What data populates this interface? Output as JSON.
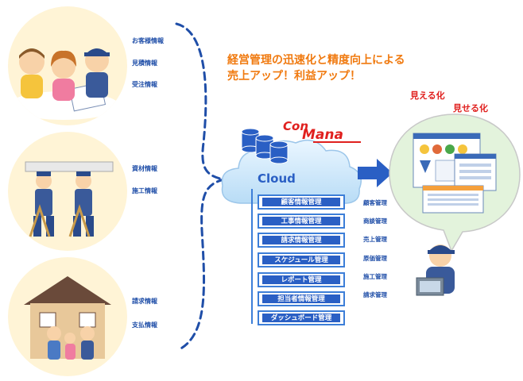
{
  "left_groups": [
    {
      "labels": [
        "お客様情報",
        "見積情報",
        "受注情報"
      ]
    },
    {
      "labels": [
        "資材情報",
        "施工情報"
      ]
    },
    {
      "labels": [
        "請求情報",
        "支払情報"
      ]
    }
  ],
  "headline": {
    "line1": "経営管理の迅速化と精度向上による",
    "line2": "売上アップ！利益アップ！"
  },
  "brand": {
    "line1": "Con",
    "line2": "Mana"
  },
  "cloud_label": "Cloud",
  "features": [
    "顧客情報管理",
    "工事情報管理",
    "請求情報管理",
    "スケジュール管理",
    "レポート管理",
    "担当者情報管理",
    "ダッシュボード管理"
  ],
  "management_items": [
    "顧客管理",
    "商談管理",
    "売上管理",
    "原価管理",
    "施工管理",
    "請求管理"
  ],
  "visualize": {
    "line1": "見える化",
    "line2": "見せる化"
  },
  "colors": {
    "accent_blue": "#2a5fc4",
    "headline_orange": "#f07a10",
    "red": "#e0201e"
  }
}
